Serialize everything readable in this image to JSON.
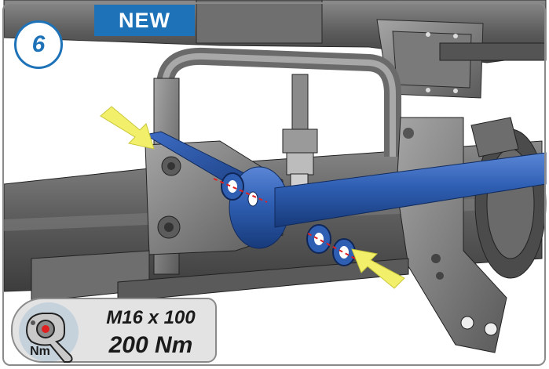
{
  "banner": {
    "label": "NEW",
    "color": "#1e72b8"
  },
  "step": {
    "number": "6"
  },
  "torque": {
    "unit_label": "Nm",
    "bolt_size": "M16 x 100",
    "value": "200 Nm",
    "icon": "torque-wrench-icon"
  },
  "colors": {
    "accent": "#1e72b8",
    "arrow": "#f2f06a",
    "part_blue": "#2f5fb3",
    "metal": "#5a5a5a"
  },
  "callouts": [
    "arrow-icon",
    "arrow-icon"
  ]
}
